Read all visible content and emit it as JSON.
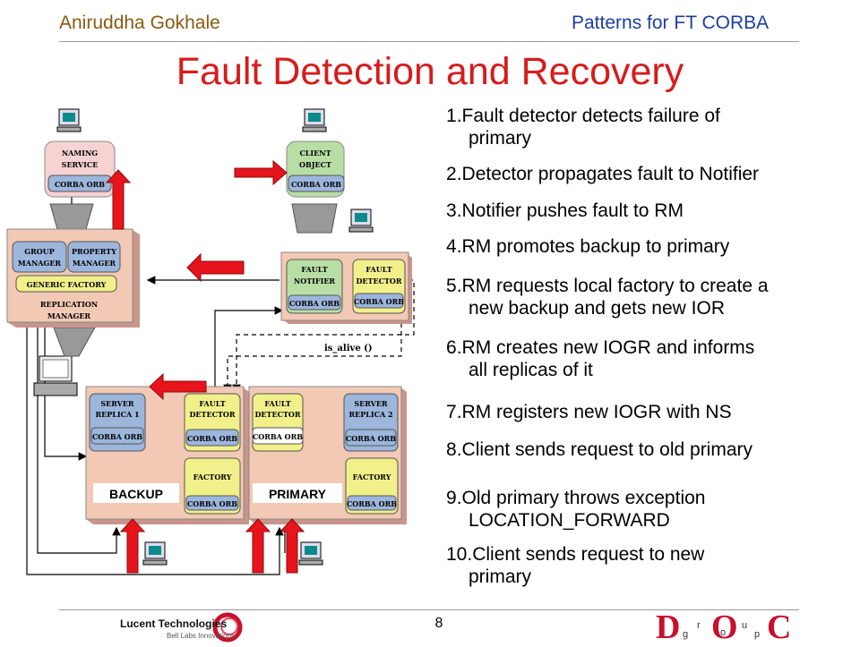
{
  "header": {
    "author": "Aniruddha Gokhale",
    "course": "Patterns for FT CORBA"
  },
  "title": "Fault Detection and Recovery",
  "steps": [
    {
      "num": "1",
      "line1": "Fault detector detects failure of",
      "line2": "primary"
    },
    {
      "num": "2",
      "line1": "Detector propagates fault to Notifier",
      "line2": ""
    },
    {
      "num": "3",
      "line1": "Notifier pushes fault to RM",
      "line2": ""
    },
    {
      "num": "4",
      "line1": "RM promotes backup to primary",
      "line2": ""
    },
    {
      "num": "5",
      "line1": "RM requests local factory to create a",
      "line2": "new backup and gets new IOR"
    },
    {
      "num": "6",
      "line1": "RM creates new IOGR and informs",
      "line2": "all replicas of it"
    },
    {
      "num": "7",
      "line1": "RM registers new IOGR with NS",
      "line2": ""
    },
    {
      "num": "8",
      "line1": "Client sends request to old primary",
      "line2": ""
    },
    {
      "num": "9",
      "line1": "Old primary throws exception",
      "line2": "LOCATION_FORWARD"
    },
    {
      "num": "10",
      "line1": "Client sends request to new",
      "line2": "primary"
    }
  ],
  "diagram": {
    "naming_service": [
      "NAMING",
      "SERVICE"
    ],
    "client_object": [
      "CLIENT",
      "OBJECT"
    ],
    "corba_orb": "CORBA ORB",
    "group_manager": [
      "GROUP",
      "MANAGER"
    ],
    "property_manager": [
      "PROPERTY",
      "MANAGER"
    ],
    "generic_factory": "GENERIC FACTORY",
    "replication_manager": [
      "REPLICATION",
      "MANAGER"
    ],
    "fault_notifier": [
      "FAULT",
      "NOTIFIER"
    ],
    "fault_detector": [
      "FAULT",
      "DETECTOR"
    ],
    "server_replica_1": [
      "SERVER",
      "REPLICA 1"
    ],
    "server_replica_2": [
      "SERVER",
      "REPLICA 2"
    ],
    "factory": "FACTORY",
    "is_alive": "is_alive ()",
    "backup_label": "BACKUP",
    "primary_label": "PRIMARY"
  },
  "footer": {
    "page": "8",
    "lucent": "Lucent Technologies",
    "lucent_sub": "Bell Labs Innovations",
    "doc_letters": [
      "D",
      "O",
      "C"
    ],
    "doc_small": [
      "g",
      "r",
      "o",
      "u",
      "p"
    ]
  },
  "colors": {
    "title": "#d61c1c",
    "author": "#8a5a12",
    "course": "#1c3f9e",
    "arrow": "#e8141c",
    "host_fill": "#f2c9b4",
    "blue_box": "#9cb6dc",
    "green_box": "#b8dea6",
    "yellow_box": "#f2f08a",
    "naming_fill": "#f6d2d2"
  }
}
